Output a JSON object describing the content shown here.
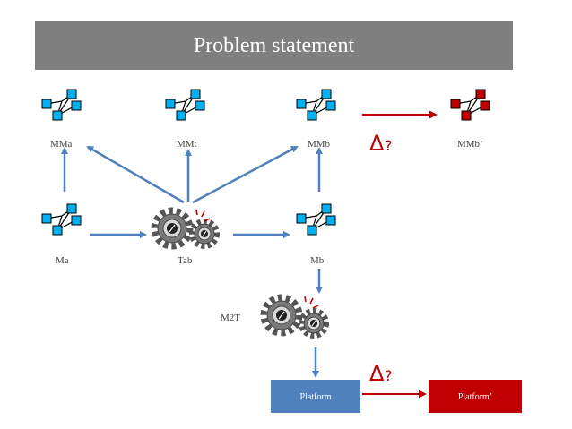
{
  "title": "Problem statement",
  "labels": {
    "mma": "MMa",
    "mmt": "MMt",
    "mmb": "MMb",
    "mmb_prime": "MMb’",
    "ma": "Ma",
    "tab": "Tab",
    "mb": "Mb",
    "m2t": "M2T"
  },
  "delta_symbol": "Δ",
  "delta_question": "?",
  "boxes": {
    "platform": "Platform",
    "platform_prime": "Platform’"
  },
  "colors": {
    "title_bg": "#7f7f7f",
    "arrow_blue": "#4f81bd",
    "node_blue": "#00b0f0",
    "node_red": "#c00000",
    "platform_box": "#4f81bd",
    "platform_prime_box": "#c00000"
  },
  "icons": [
    "model-graph-icon",
    "gears-icon"
  ]
}
